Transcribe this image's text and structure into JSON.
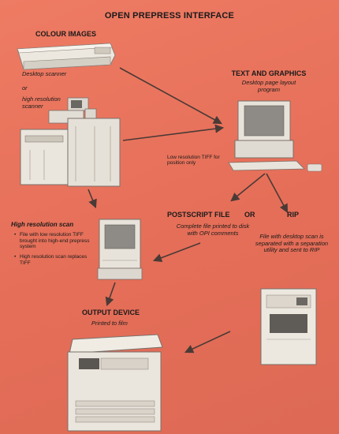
{
  "title": "OPEN PREPRESS INTERFACE",
  "colour_images": {
    "heading": "COLOUR IMAGES",
    "scanner1": "Desktop scanner",
    "or": "or",
    "scanner2": "high resolution scanner"
  },
  "text_graphics": {
    "heading": "TEXT AND GRAPHICS",
    "desc": "Desktop page layout program"
  },
  "low_res_note": "Low resolution TIFF for position only",
  "high_res": {
    "heading": "High resolution scan",
    "bullets": [
      "File with low resolution TIFF brought into high-end prepress system",
      "High resolution scan replaces TIFF"
    ]
  },
  "postscript": {
    "heading": "POSTSCRIPT FILE",
    "desc": "Complete file printed to disk with OPI comments"
  },
  "or_label": "OR",
  "rip": {
    "heading": "RIP",
    "desc": "File with desktop scan is separated with a separation utility and sent to RIP"
  },
  "output": {
    "heading": "OUTPUT DEVICE",
    "desc": "Printed to film"
  }
}
